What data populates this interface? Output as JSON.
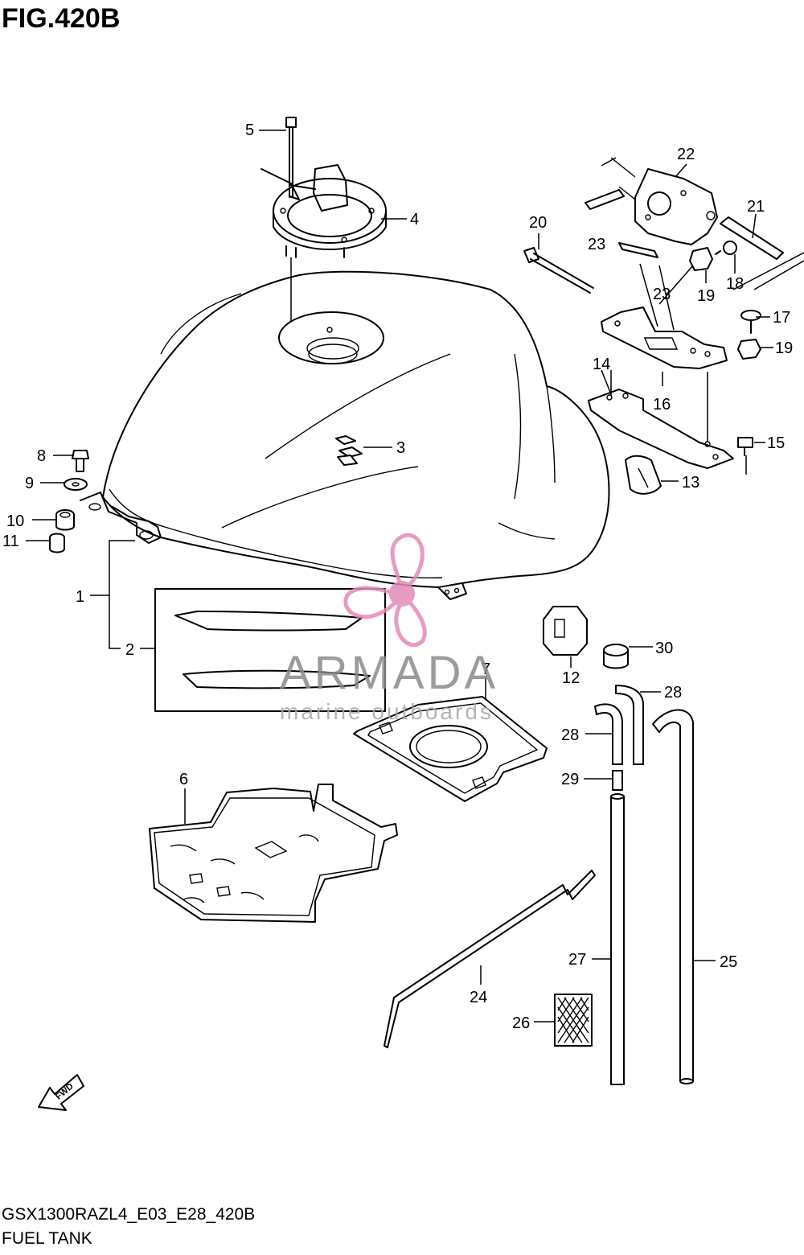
{
  "figure": {
    "title": "FIG.420B",
    "model_code": "GSX1300RAZL4_E03_E28_420B",
    "name": "FUEL TANK"
  },
  "watermark": {
    "brand": "ARMADA",
    "tagline": "marine outboards",
    "color": "#e48ab8"
  },
  "fwd_label": "FWD",
  "callouts": {
    "c1": "1",
    "c2": "2",
    "c3": "3",
    "c4": "4",
    "c5": "5",
    "c6": "6",
    "c7": "7",
    "c8": "8",
    "c9": "9",
    "c10": "10",
    "c11": "11",
    "c12": "12",
    "c13": "13",
    "c14": "14",
    "c15": "15",
    "c16": "16",
    "c17": "17",
    "c18": "18",
    "c19a": "19",
    "c19b": "19",
    "c20": "20",
    "c21": "21",
    "c22": "22",
    "c23a": "23",
    "c23b": "23",
    "c24": "24",
    "c25": "25",
    "c26": "26",
    "c27": "27",
    "c28a": "28",
    "c28b": "28",
    "c29": "29",
    "c30": "30"
  }
}
